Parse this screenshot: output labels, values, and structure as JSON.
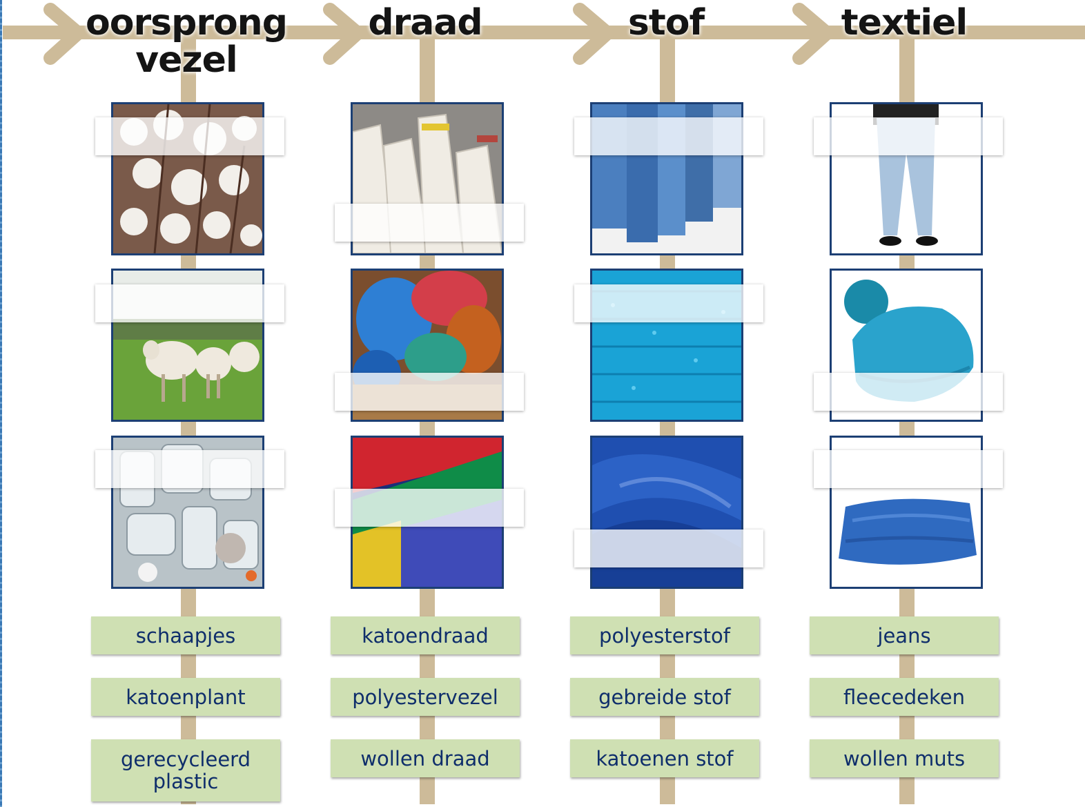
{
  "columns": [
    {
      "id": "oorsprong",
      "title": "oorsprong\nvezel"
    },
    {
      "id": "draad",
      "title": "draad"
    },
    {
      "id": "stof",
      "title": "stof"
    },
    {
      "id": "textiel",
      "title": "textiel"
    }
  ],
  "pictures": {
    "oorsprong": [
      "cotton-plant-photo",
      "sheep-photo",
      "plastic-bottles-photo"
    ],
    "draad": [
      "white-yarn-cones-photo",
      "wool-skeins-photo",
      "thread-spools-photo"
    ],
    "stof": [
      "cotton-fabric-photo",
      "knitted-fabric-photo",
      "polyester-fabric-photo"
    ],
    "textiel": [
      "jeans-photo",
      "wool-hat-photo",
      "fleece-blanket-photo"
    ]
  },
  "word_cards": {
    "oorsprong": [
      "schaapjes",
      "katoenplant",
      "gerecycleerd plastic"
    ],
    "draad": [
      "katoendraad",
      "polyestervezel",
      "wollen draad"
    ],
    "stof": [
      "polyesterstof",
      "gebreide stof",
      "katoenen stof"
    ],
    "textiel": [
      "jeans",
      "fleecedeken",
      "wollen muts"
    ]
  },
  "colors": {
    "rail": "#cdbb99",
    "tile_border": "#1c3f74",
    "card_bg": "#cfe0b3",
    "card_text": "#0f2e6b"
  }
}
